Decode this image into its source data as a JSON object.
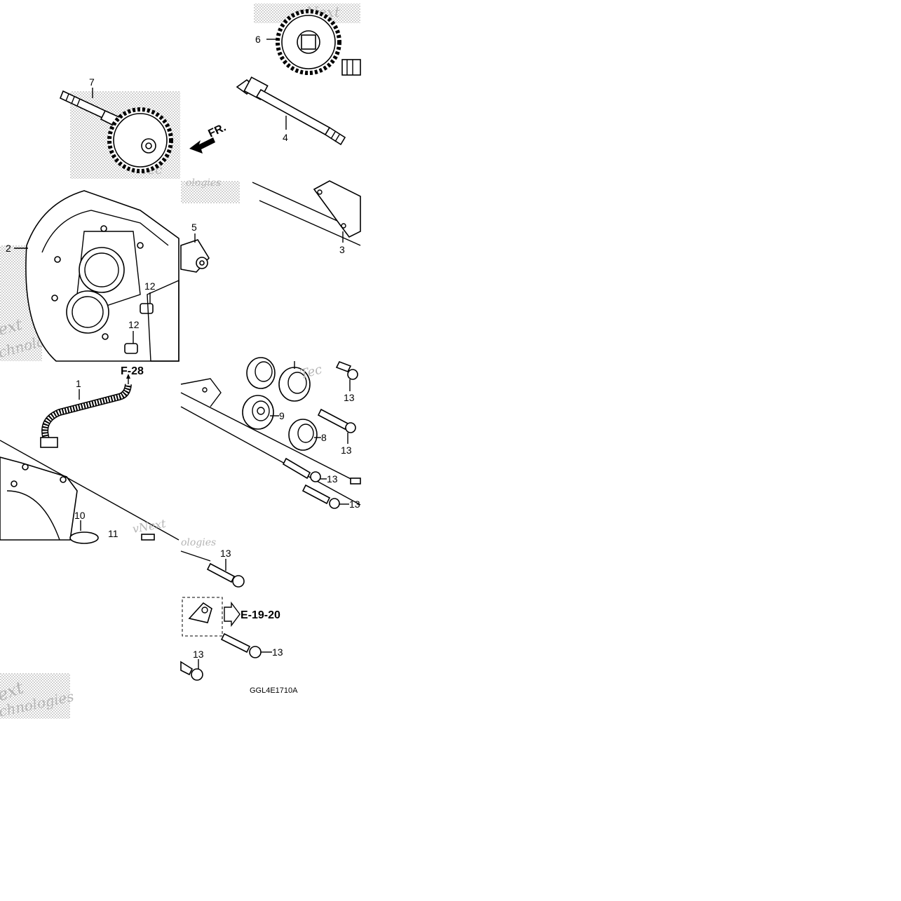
{
  "callouts": {
    "c1": "1",
    "c2": "2",
    "c3": "3",
    "c4": "4",
    "c5": "5",
    "c6": "6",
    "c7": "7",
    "c8": "8",
    "c9": "9",
    "c10": "10",
    "c11": "11",
    "c12a": "12",
    "c12b": "12",
    "c13a": "13",
    "c13b": "13",
    "c13c": "13",
    "c13d": "13",
    "c13e": "13",
    "c13f": "13",
    "c13g": "13"
  },
  "references": {
    "front": "FR.",
    "f28": "F-28",
    "e1920": "E-19-20"
  },
  "diagram_code": "GGL4E1710A",
  "watermark": {
    "line1": "vNext",
    "line2": "Technologies",
    "frag_a": "chnologies",
    "frag_b": "ext",
    "frag_c": "Tec",
    "frag_d": "ologies"
  },
  "icons": {
    "front-arrow": "arrow-icon",
    "reference-arrow": "hollow-arrow-icon"
  }
}
